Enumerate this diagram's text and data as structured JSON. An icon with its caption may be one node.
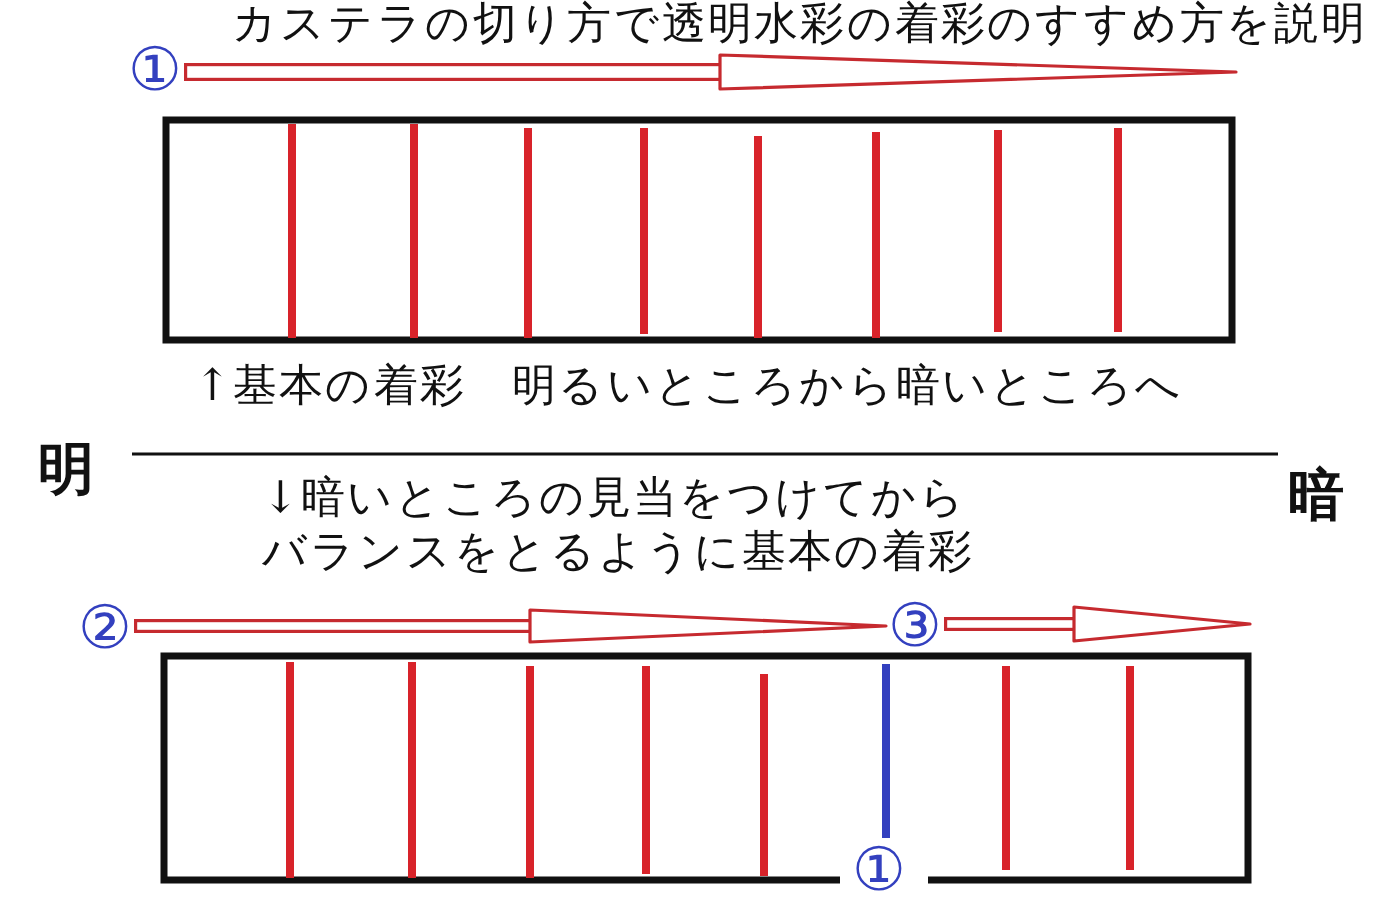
{
  "diagram": {
    "title": "カステラの切り方で透明水彩の着彩のすすめ方を説明",
    "nodes": [
      {
        "text": [
          "①"
        ]
      },
      {
        "text": [
          "②"
        ]
      },
      {
        "text": [
          "③"
        ]
      }
    ],
    "edges": [
      {
        "from": 0,
        "to": null,
        "arrow": "to"
      },
      {
        "from": 1,
        "to": 2,
        "arrow": "to"
      },
      {
        "from": 2,
        "to": null,
        "arrow": "to"
      }
    ],
    "labels": [
      "↑基本の着彩　明るいところから暗いところへ",
      "明",
      "↓暗いところの見当をつけてからバランスをとるように基本の着彩",
      "暗",
      "①"
    ]
  }
}
